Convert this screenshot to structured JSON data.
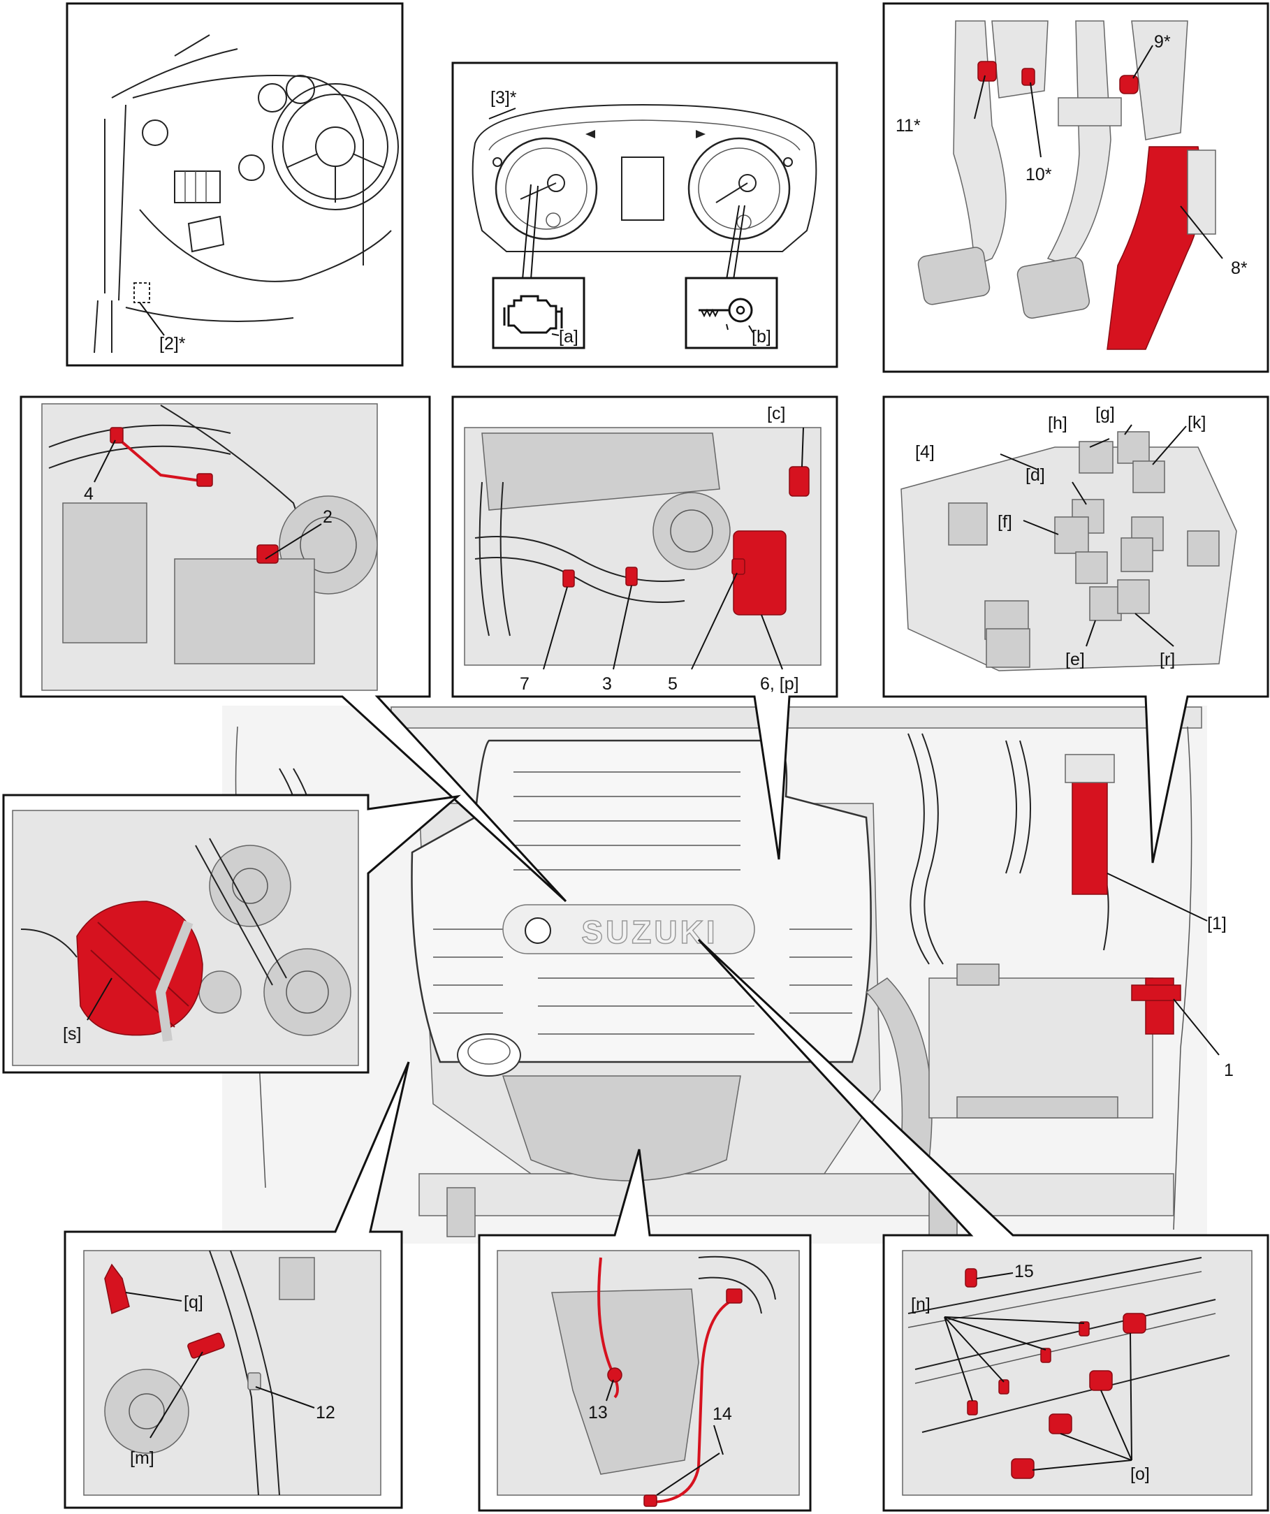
{
  "callouts": {
    "p_2": "[2]*",
    "p_3": "[3]*",
    "p_a": "[a]",
    "p_b": "[b]",
    "p_11": "11*",
    "p_10": "10*",
    "p_9": "9*",
    "p_8": "8*",
    "p_4": "4",
    "p_2n": "2",
    "p_c": "[c]",
    "p_7": "7",
    "p_3n": "3",
    "p_5": "5",
    "p_6p": "6, [p]",
    "p_4b": "[4]",
    "p_h": "[h]",
    "p_g": "[g]",
    "p_k": "[k]",
    "p_d": "[d]",
    "p_f": "[f]",
    "p_e": "[e]",
    "p_r": "[r]",
    "p_s": "[s]",
    "p_1b": "[1]",
    "p_1": "1",
    "p_q": "[q]",
    "p_m": "[m]",
    "p_12": "12",
    "p_13": "13",
    "p_14": "14",
    "p_15": "15",
    "p_n": "[n]",
    "p_o": "[o]"
  },
  "logo_text": "SUZUKI",
  "colors": {
    "highlight": "#d6121f",
    "line": "#111111",
    "shade": "#e6e6e6"
  },
  "icons": {
    "a": "check-engine-icon",
    "b": "immobilizer-key-icon"
  }
}
